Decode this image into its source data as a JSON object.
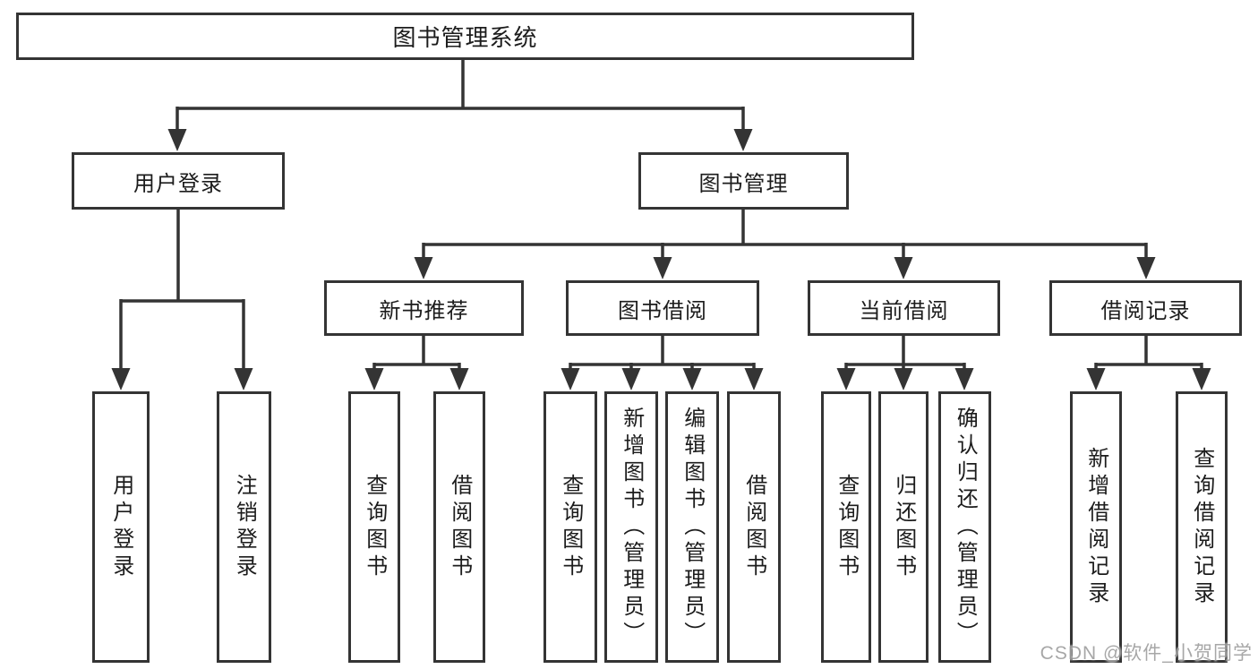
{
  "tree": {
    "label": "图书管理系统",
    "children": [
      {
        "label": "用户登录",
        "children": [
          {
            "label": "用户登录"
          },
          {
            "label": "注销登录"
          }
        ]
      },
      {
        "label": "图书管理",
        "children": [
          {
            "label": "新书推荐",
            "children": [
              {
                "label": "查询图书"
              },
              {
                "label": "借阅图书"
              }
            ]
          },
          {
            "label": "图书借阅",
            "children": [
              {
                "label": "查询图书"
              },
              {
                "label": "新增图书（管理员）"
              },
              {
                "label": "编辑图书（管理员）"
              },
              {
                "label": "借阅图书"
              }
            ]
          },
          {
            "label": "当前借阅",
            "children": [
              {
                "label": "查询图书"
              },
              {
                "label": "归还图书"
              },
              {
                "label": "确认归还（管理员）"
              }
            ]
          },
          {
            "label": "借阅记录",
            "children": [
              {
                "label": "新增借阅记录"
              },
              {
                "label": "查询借阅记录"
              }
            ]
          }
        ]
      }
    ]
  },
  "watermark": {
    "text": "CSDN @软件_小贺同学"
  },
  "colors": {
    "line": "#343434",
    "box_border": "#343434",
    "text": "#1c1c1c",
    "background": "#ffffff",
    "watermark": "#9e9e9e"
  }
}
